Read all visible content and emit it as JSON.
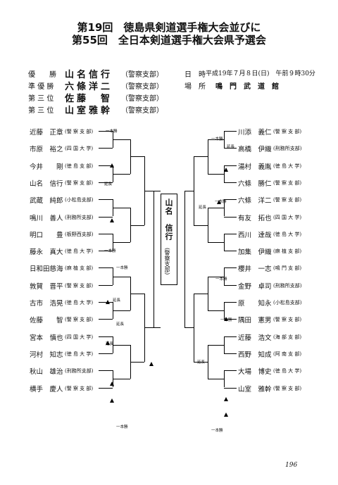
{
  "title": {
    "line1": "第19回　徳島県剣道選手権大会並びに",
    "line2": "第55回　全日本剣道選手権大会県予選会"
  },
  "results": [
    {
      "rank": "優　　勝",
      "name": "山名信行",
      "aff": "（警察支部）"
    },
    {
      "rank": "準 優 勝",
      "name": "六條洋二",
      "aff": "（警察支部）"
    },
    {
      "rank": "第 三 位",
      "name": "佐藤　智",
      "aff": "（警察支部）"
    },
    {
      "rank": "第 三 位",
      "name": "山室雅幹",
      "aff": "（警察支部）"
    }
  ],
  "info": {
    "date_label": "日　時",
    "date_value": "平成19年７月８日(日)　午前９時30分",
    "place_label": "場　所",
    "place_value": "鳴　門　武　道　館"
  },
  "left_players": [
    {
      "name": "近藤　正章",
      "aff": "(警 察 支 部)"
    },
    {
      "name": "市原　裕之",
      "aff": "(四 国 大 学)"
    },
    {
      "name": "今井　　剛",
      "aff": "(徳 島 支 部)"
    },
    {
      "name": "山名　信行",
      "aff": "(警 察 支 部)"
    },
    {
      "name": "武蔵　純郎",
      "aff": "(小松島支部)"
    },
    {
      "name": "鳴川　善人",
      "aff": "(刑務所支部)"
    },
    {
      "name": "明口　　豊",
      "aff": "(板野西支部)"
    },
    {
      "name": "藤永　真大",
      "aff": "(徳 島 大 学)"
    },
    {
      "name": "日和田慈海",
      "aff": "(麻 植 支 部)"
    },
    {
      "name": "敦賀　晋平",
      "aff": "(警 察 支 部)"
    },
    {
      "name": "古市　浩晃",
      "aff": "(徳 島 大 学)"
    },
    {
      "name": "佐藤　　智",
      "aff": "(警 察 支 部)"
    },
    {
      "name": "宮本　慎也",
      "aff": "(四 国 大 学)"
    },
    {
      "name": "河村　知志",
      "aff": "(徳 島 大 学)"
    },
    {
      "name": "秋山　雄治",
      "aff": "(刑務所支部)"
    },
    {
      "name": "横手　慶人",
      "aff": "(警 察 支 部)"
    }
  ],
  "right_players": [
    {
      "name": "川添　義仁",
      "aff": "(警 察 支 部)"
    },
    {
      "name": "高橋　伊織",
      "aff": "(刑務所支部)"
    },
    {
      "name": "湯村　義胤",
      "aff": "(徳 島 大 学)"
    },
    {
      "name": "六條　勝仁",
      "aff": "(警 察 支 部)"
    },
    {
      "name": "六條　洋二",
      "aff": "(警 察 支 部)"
    },
    {
      "name": "有友　拓也",
      "aff": "(四 国 大 学)"
    },
    {
      "name": "西川　達哉",
      "aff": "(徳 島 大 学)"
    },
    {
      "name": "加集　伊織",
      "aff": "(麻 植 支 部)"
    },
    {
      "name": "櫻井　一志",
      "aff": "(鳴 門 支 部)"
    },
    {
      "name": "金野　卓司",
      "aff": "(刑務所支部)"
    },
    {
      "name": "原　　知永",
      "aff": "(小松島支部)"
    },
    {
      "name": "隅田　憲男",
      "aff": "(警 察 支 部)"
    },
    {
      "name": "近藤　浩文",
      "aff": "(海 部 支 部)"
    },
    {
      "name": "西野　知成",
      "aff": "(阿 南 支 部)"
    },
    {
      "name": "大場　博史",
      "aff": "(徳 島 大 学)"
    },
    {
      "name": "山室　雅幹",
      "aff": "(警 察 支 部)"
    }
  ],
  "champion": {
    "name": "山名　信行",
    "aff": "(警察支部)"
  },
  "annotations": {
    "ippon": "一本勝",
    "encho": "延長",
    "ippon_dash": "一本勝"
  },
  "page_number": "196"
}
